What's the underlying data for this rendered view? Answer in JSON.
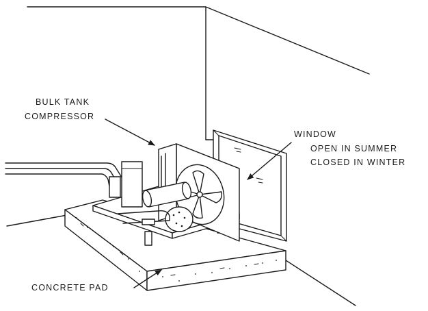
{
  "labels": {
    "bulk_tank_line1": "BULK TANK",
    "bulk_tank_line2": "COMPRESSOR",
    "window_title": "WINDOW",
    "window_line1": "OPEN IN SUMMER",
    "window_line2": "CLOSED IN WINTER",
    "concrete_pad": "CONCRETE PAD"
  }
}
